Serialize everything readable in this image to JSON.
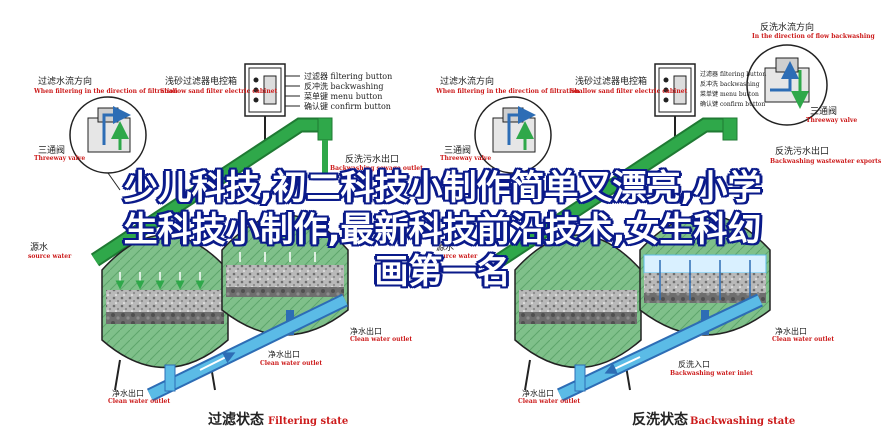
{
  "colors": {
    "accent_red": "#cc1b1b",
    "pipe_green": "#2fa84a",
    "pipe_blue": "#5bbbe6",
    "overlay_text": "#ffffff",
    "overlay_outline": "#0a1a8a"
  },
  "left_panel": {
    "caption_zh": "过滤状态",
    "caption_en": "Filtering state",
    "valve": {
      "zh": "过滤水流方向",
      "en": "When filtering in the direction of filtration"
    },
    "cabinet": {
      "zh": "浅砂过滤器电控箱",
      "en": "Shallow sand filter electric cabinet"
    },
    "buttons": [
      {
        "zh": "过滤器",
        "en": "filtering button"
      },
      {
        "zh": "反冲洗",
        "en": "backwashing"
      },
      {
        "zh": "菜单键",
        "en": "menu button"
      },
      {
        "zh": "确认键",
        "en": "confirm button"
      }
    ],
    "three_way": {
      "zh": "三通阀",
      "en": "Threeway valve"
    },
    "backwash_outlet": {
      "zh": "反洗污水出口",
      "en": "Backwashing sewage outlet"
    },
    "source_water": {
      "zh": "源水",
      "en": "source water"
    },
    "clean_outlet_a": {
      "zh": "净水出口",
      "en": "Clean water outlet"
    },
    "clean_outlet_b": {
      "zh": "净水出口",
      "en": "Clean water outlet"
    },
    "clean_outlet_c": {
      "zh": "净水出口",
      "en": "Clean water outlet"
    }
  },
  "right_panel": {
    "caption_zh": "反洗状态",
    "caption_en": "Backwashing state",
    "valve_top": {
      "zh": "反洗水流方向",
      "en": "In the direction of flow backwashing"
    },
    "valve": {
      "zh": "过滤水流方向",
      "en": "When filtering in the direction of filtration"
    },
    "cabinet": {
      "zh": "浅砂过滤器电控箱",
      "en": "Shallow sand filter electric cabinet"
    },
    "buttons": [
      {
        "zh": "过滤器",
        "en": "filtering button"
      },
      {
        "zh": "反冲洗",
        "en": "backwashing"
      },
      {
        "zh": "菜单键",
        "en": "menu button"
      },
      {
        "zh": "确认键",
        "en": "confirm button"
      }
    ],
    "three_way_top": {
      "zh": "三通阀",
      "en": "Threeway valve"
    },
    "three_way": {
      "zh": "三通阀",
      "en": "Threeway valve"
    },
    "backwash_outlet": {
      "zh": "反洗污水出口",
      "en": "Backwashing wastewater exports"
    },
    "source_water": {
      "zh": "源水",
      "en": "source water"
    },
    "clean_outlet": {
      "zh": "净水出口",
      "en": "Clean water outlet"
    },
    "backwash_inlet": {
      "zh": "反洗入口",
      "en": "Backwashing water inlet"
    },
    "clean_outlet_b": {
      "zh": "净水出口",
      "en": "Clean water outlet"
    }
  },
  "overlay": {
    "line1": "少儿科技,初二科技小制作简单又漂亮,小学",
    "line2": "生科技小制作,最新科技前沿技术,女生科幻",
    "line3": "画第一名"
  }
}
